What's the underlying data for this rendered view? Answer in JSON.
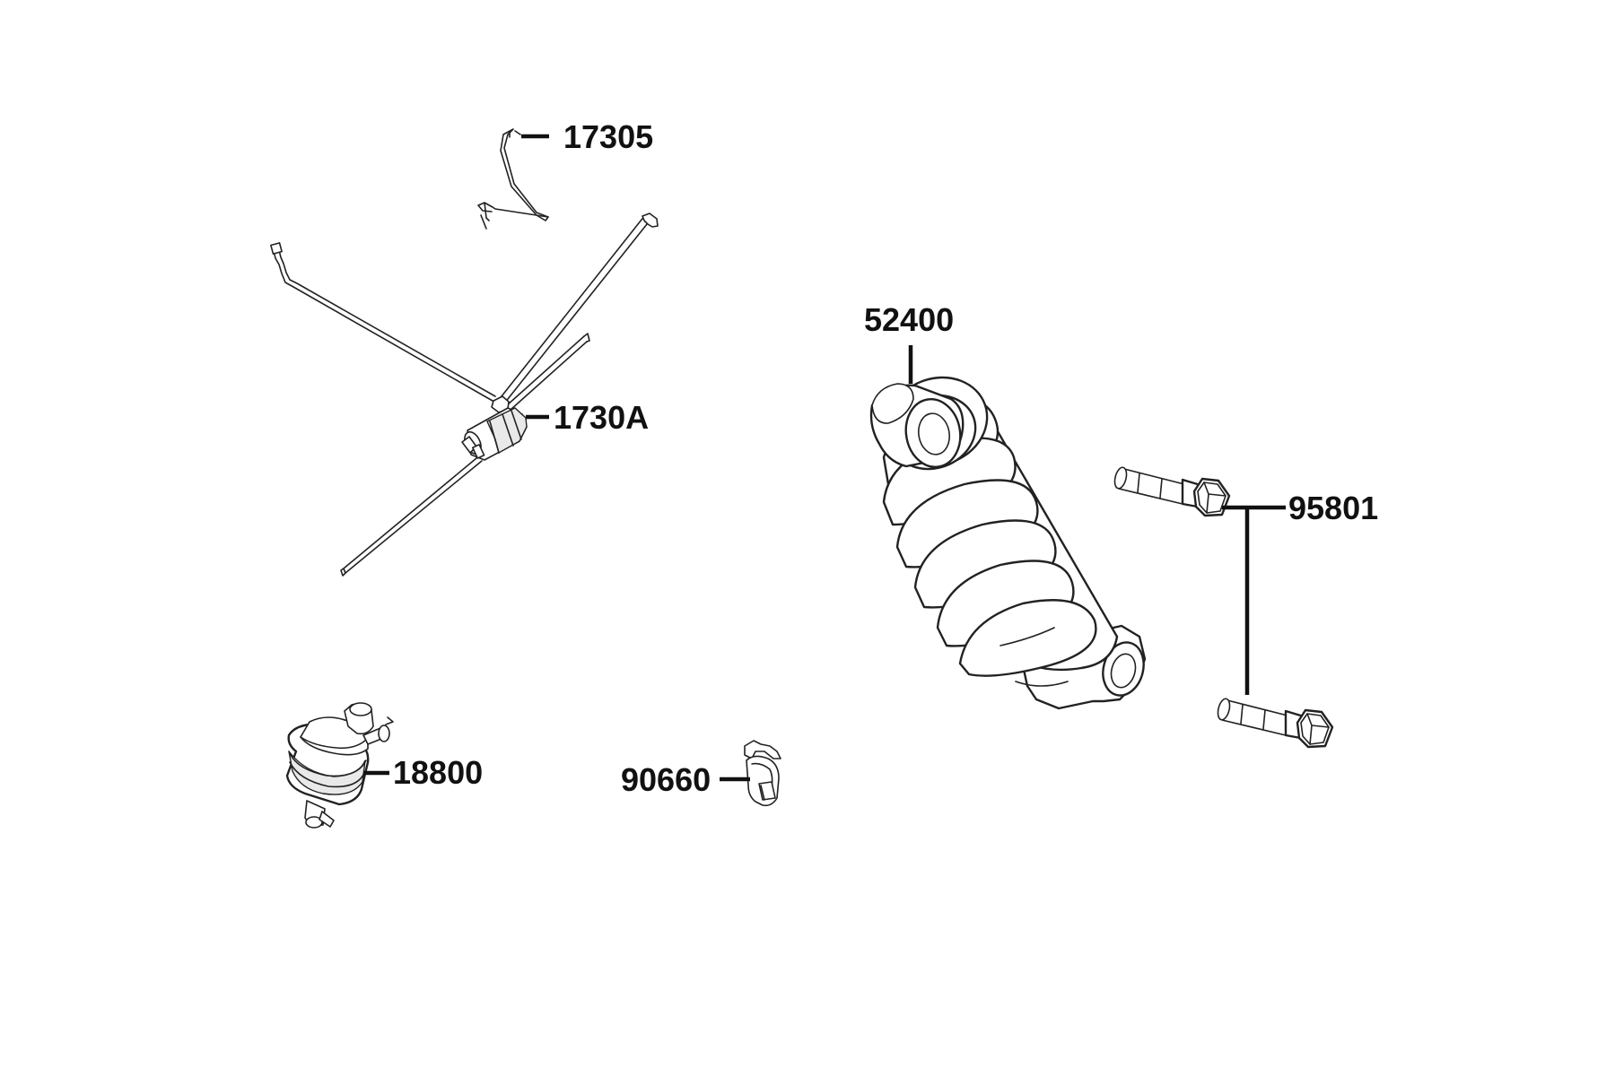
{
  "diagram": {
    "parts": [
      {
        "id": "p17305",
        "number": "17305",
        "name": "bent-tube"
      },
      {
        "id": "p1730A",
        "number": "1730A",
        "name": "hose-assembly-with-valve"
      },
      {
        "id": "p52400",
        "number": "52400",
        "name": "rear-shock-absorber"
      },
      {
        "id": "p95801",
        "number": "95801",
        "name": "flange-bolt"
      },
      {
        "id": "p18800",
        "number": "18800",
        "name": "filter-canister"
      },
      {
        "id": "p90660",
        "number": "90660",
        "name": "clip"
      }
    ]
  }
}
